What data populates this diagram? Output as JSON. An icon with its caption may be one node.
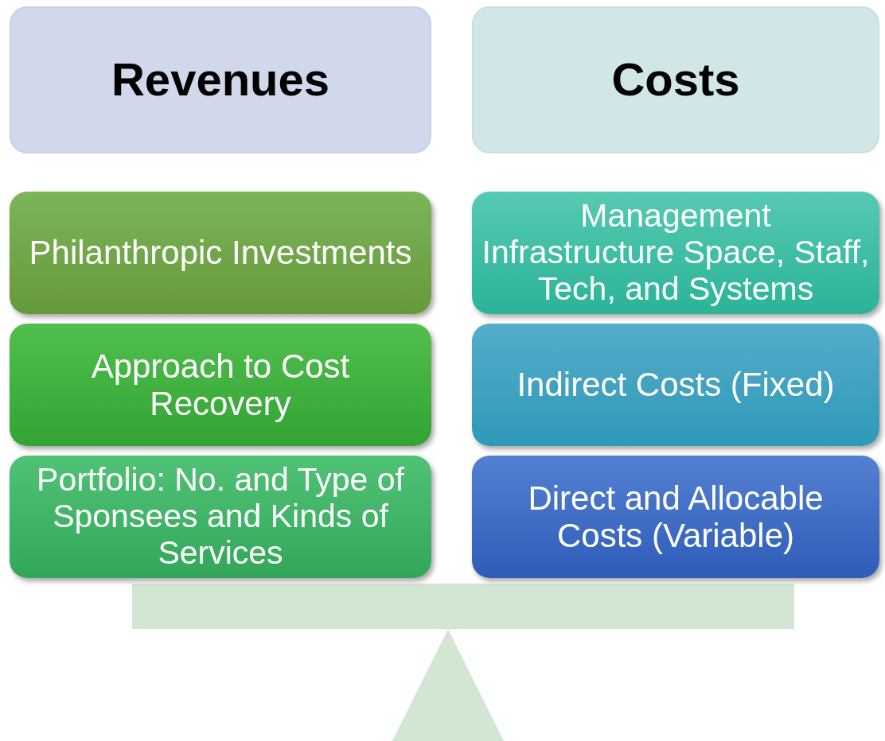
{
  "diagram": {
    "nodes": [
      {
        "text": [
          "Revenues"
        ]
      },
      {
        "text": [
          "Costs"
        ]
      },
      {
        "text": [
          "Philanthropic Investments"
        ]
      },
      {
        "text": [
          "Approach to Cost Recovery"
        ]
      },
      {
        "text": [
          "Portfolio: No. and Type of Sponsees and Kinds of Services"
        ]
      },
      {
        "text": [
          "Management Infrastructure Space, Staff, Tech, and Systems"
        ]
      },
      {
        "text": [
          "Indirect Costs (Fixed)"
        ]
      },
      {
        "text": [
          "Direct and Allocable Costs (Variable)"
        ]
      }
    ]
  }
}
